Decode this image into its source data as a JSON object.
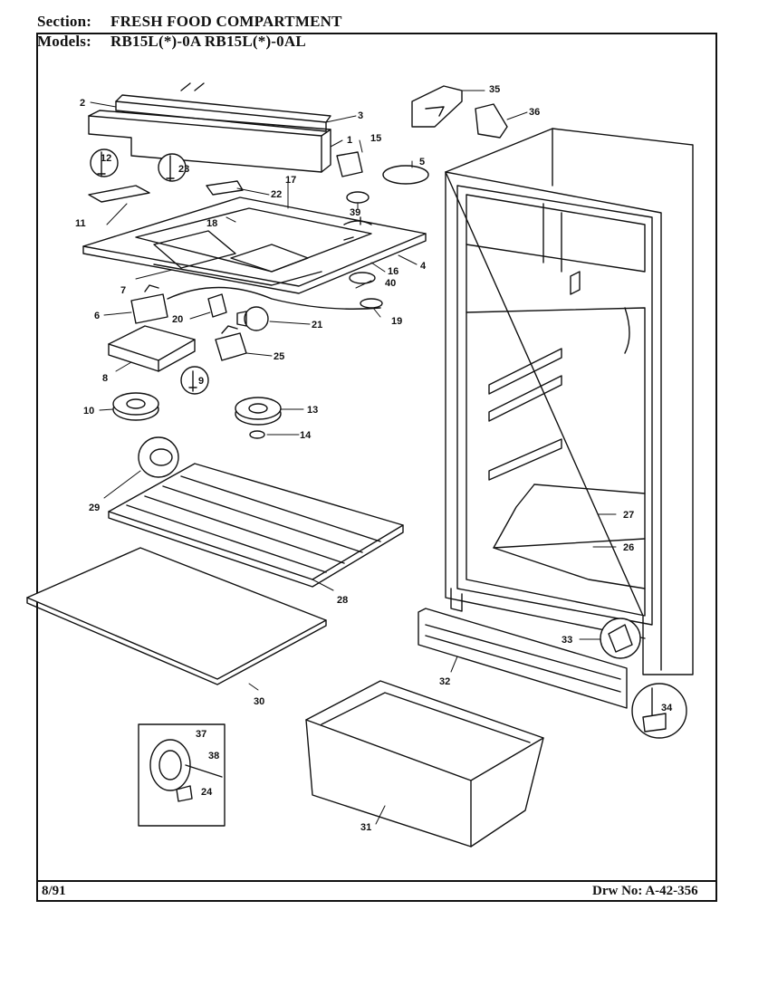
{
  "header": {
    "section_label": "Section:",
    "section_value": "FRESH FOOD COMPARTMENT",
    "models_label": "Models:",
    "models_value": "RB15L(*)-0A  RB15L(*)-0AL"
  },
  "footer": {
    "date": "8/91",
    "drawing_number": "Drw No: A-42-356"
  },
  "callouts": [
    "1",
    "2",
    "3",
    "4",
    "5",
    "6",
    "7",
    "8",
    "9",
    "10",
    "11",
    "12",
    "13",
    "14",
    "15",
    "16",
    "17",
    "18",
    "19",
    "20",
    "21",
    "22",
    "23",
    "24",
    "25",
    "26",
    "27",
    "28",
    "29",
    "30",
    "31",
    "32",
    "33",
    "34",
    "35",
    "36",
    "37",
    "38",
    "39",
    "40"
  ],
  "colors": {
    "ink": "#111111",
    "paper": "#ffffff"
  }
}
